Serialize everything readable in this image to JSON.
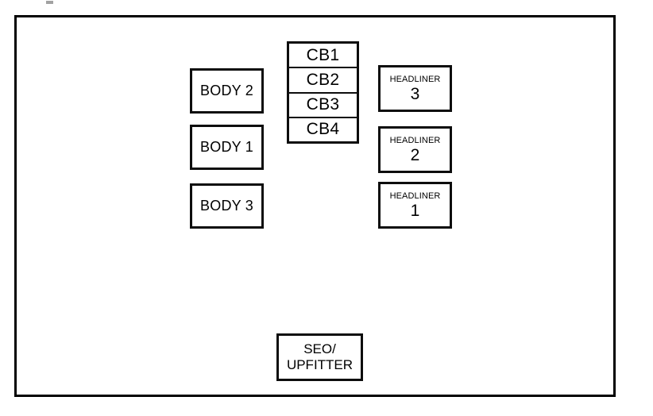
{
  "diagram": {
    "type": "fuse-relay-box-layout",
    "enclosure": {
      "name": "outer-enclosure"
    },
    "left_column": {
      "name": "body-fuse-column",
      "boxes": [
        {
          "label": "BODY 2"
        },
        {
          "label": "BODY 1"
        },
        {
          "label": "BODY 3"
        }
      ]
    },
    "center_column": {
      "name": "circuit-breaker-stack",
      "cells": [
        {
          "label": "CB1"
        },
        {
          "label": "CB2"
        },
        {
          "label": "CB3"
        },
        {
          "label": "CB4"
        }
      ]
    },
    "right_column": {
      "name": "headliner-fuse-column",
      "boxes": [
        {
          "label": "HEADLINER",
          "number": "3"
        },
        {
          "label": "HEADLINER",
          "number": "2"
        },
        {
          "label": "HEADLINER",
          "number": "1"
        }
      ]
    },
    "bottom": {
      "name": "seo-upfitter-box",
      "line1": "SEO/",
      "line2": "UPFITTER"
    },
    "colors": {
      "stroke": "#0d0d0d",
      "fill": "#ffffff",
      "background": "#ffffff"
    }
  }
}
